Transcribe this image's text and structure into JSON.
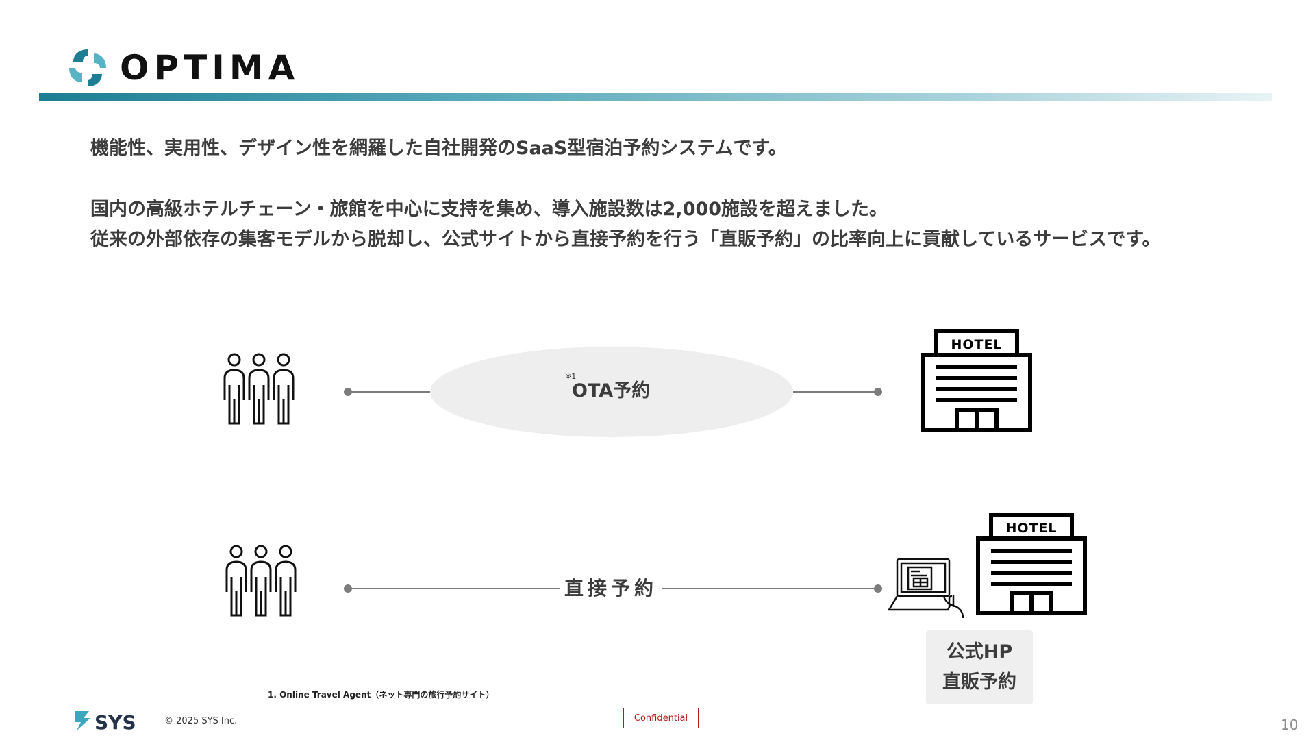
{
  "header": {
    "brand_name": "OPTIMA",
    "brand_colors": {
      "teal_dark": "#1c7d93",
      "teal_light": "#58b4c4",
      "gradient_end": "#e8f3f5"
    }
  },
  "intro": {
    "line1": "機能性、実用性、デザイン性を網羅した自社開発のSaaS型宿泊予約システムです。",
    "line2": "国内の高級ホテルチェーン・旅館を中心に支持を集め、導入施設数は2,000施設を超えました。",
    "line3": "従来の外部依存の集客モデルから脱却し、公式サイトから直接予約を行う「直販予約」の比率向上に貢献しているサービスです。"
  },
  "diagram": {
    "ota": {
      "note": "※1",
      "label": "OTA予約"
    },
    "direct": {
      "label": "直接予約"
    },
    "hotel_sign": "HOTEL",
    "official_box": {
      "line1": "公式HP",
      "line2": "直販予約"
    }
  },
  "footer": {
    "footnote": "1. Online Travel Agent（ネット専門の旅行予約サイト）",
    "company_logo": "SYS",
    "copyright": "©  2025    SYS Inc.",
    "confidential": "Confidential",
    "page_number": "10"
  }
}
